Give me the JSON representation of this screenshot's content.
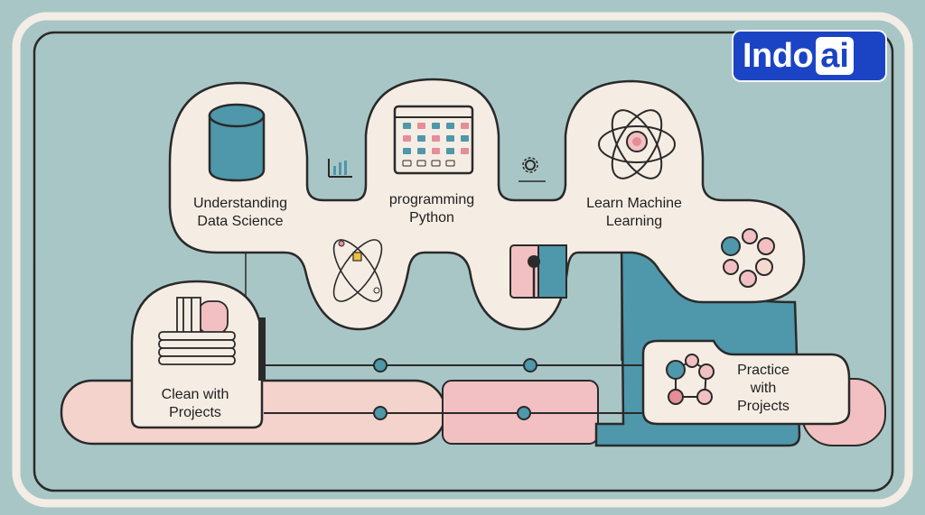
{
  "logo": {
    "part1": "Indo",
    "part2": "ai"
  },
  "nodes": [
    {
      "id": "understanding-data-science",
      "label": "Understanding\nData Science",
      "icon": "database-cylinder-icon"
    },
    {
      "id": "programming-python",
      "label": "programming\nPython",
      "icon": "calendar-grid-icon"
    },
    {
      "id": "learn-machine-learning",
      "label": "Learn Machine\nLearning",
      "icon": "atom-network-icon"
    },
    {
      "id": "clean-with-projects",
      "label": "Clean with\nProjects",
      "icon": "stacked-books-icon"
    },
    {
      "id": "practice-with-projects",
      "label": "Practice\nwith\nProjects",
      "icon": "node-graph-icon"
    }
  ],
  "colors": {
    "background": "#a9c6c6",
    "card": "#f5ede4",
    "teal": "#4f97aa",
    "pink": "#f2c0c2",
    "outline": "#2a2a2a",
    "brand_blue": "#1b44c4"
  }
}
